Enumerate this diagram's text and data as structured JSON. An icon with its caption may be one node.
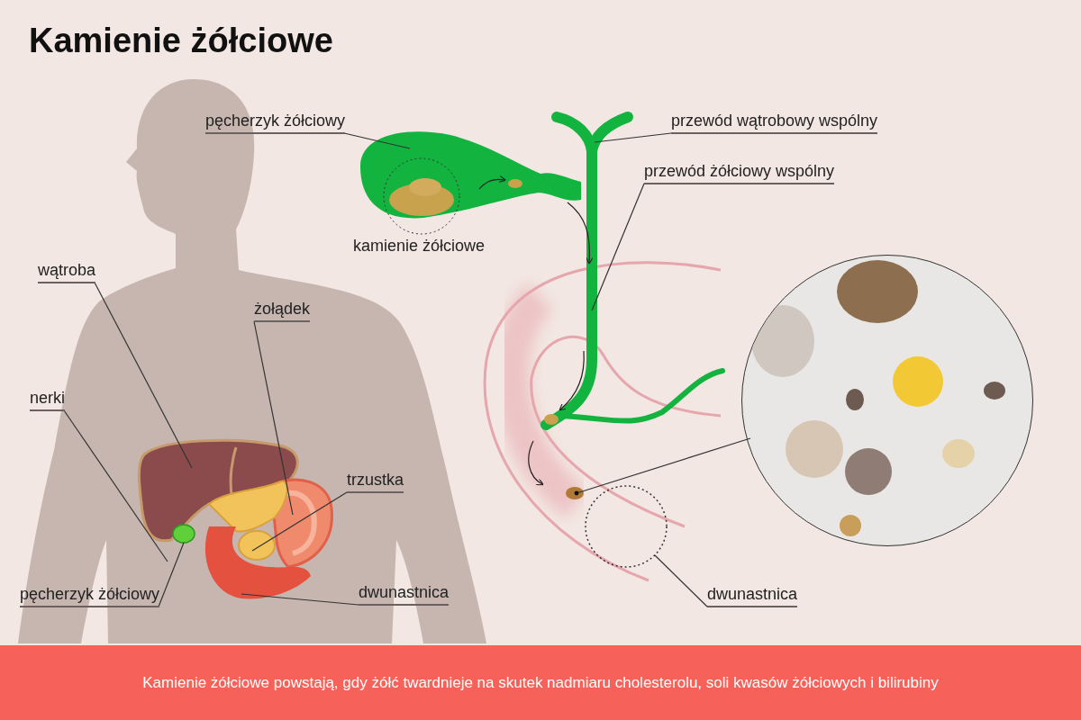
{
  "diagram": {
    "title": "Kamienie żółciowe",
    "caption": "Kamienie żółciowe powstają, gdy żółć twardnieje na skutek nadmiaru cholesterolu, soli kwasów żółciowych i bilirubiny",
    "nodes": [
      {
        "text": [
          "pęcherzyk żółciowy"
        ]
      },
      {
        "text": [],
        "shape": "picture"
      },
      {
        "text": [
          "przewód wątrobowy wspólny"
        ]
      },
      {
        "text": [],
        "shape": "picture"
      },
      {
        "text": [
          "przewód żółciowy wspólny"
        ]
      },
      {
        "text": [],
        "shape": "picture"
      },
      {
        "text": [],
        "shape": "circle"
      },
      {
        "text": [],
        "shape": "picture"
      },
      {
        "text": [
          "wątroba"
        ]
      },
      {
        "text": [],
        "shape": "picture"
      },
      {
        "text": [
          "żołądek"
        ]
      },
      {
        "text": [],
        "shape": "picture"
      },
      {
        "text": [
          "nerki"
        ]
      },
      {
        "text": [
          "trzustka"
        ]
      },
      {
        "text": [],
        "shape": "picture"
      },
      {
        "text": [
          "pęcherzyk żółciowy"
        ]
      },
      {
        "text": [],
        "shape": "circle"
      },
      {
        "text": [
          "dwunastnica"
        ]
      },
      {
        "text": [],
        "shape": "picture"
      },
      {
        "text": [],
        "shape": "circle"
      },
      {
        "text": [
          "dwunastnica"
        ]
      }
    ],
    "edges": [
      {
        "from": 0,
        "to": 1,
        "arrow": "none"
      },
      {
        "from": 2,
        "to": 3,
        "arrow": "none"
      },
      {
        "from": 4,
        "to": 5,
        "arrow": "none"
      },
      {
        "from": 7,
        "to": 6,
        "arrow": "other"
      },
      {
        "from": 8,
        "to": 9,
        "arrow": "none"
      },
      {
        "from": 10,
        "to": 11,
        "arrow": "none"
      },
      {
        "from": 12,
        "to": null,
        "arrow": "none"
      },
      {
        "from": 13,
        "to": 14,
        "arrow": "none"
      },
      {
        "from": 15,
        "to": 16,
        "arrow": "none"
      },
      {
        "from": 17,
        "to": 18,
        "arrow": "none"
      },
      {
        "from": 20,
        "to": 19,
        "arrow": "none"
      }
    ],
    "labels": [
      "kamienie żółciowe"
    ]
  }
}
